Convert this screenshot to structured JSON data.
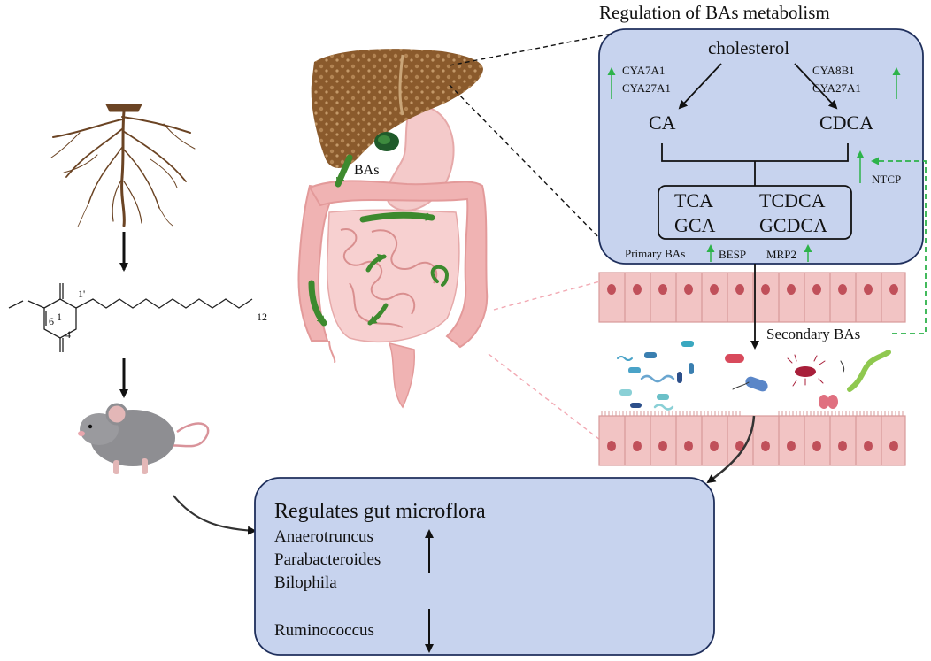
{
  "header": {
    "title": "Regulation of BAs metabolism"
  },
  "pathway": {
    "source": "cholesterol",
    "left_enzymes": [
      "CYA7A1",
      "CYA27A1"
    ],
    "right_enzymes": [
      "CYA8B1",
      "CYA27A1"
    ],
    "products": [
      "CA",
      "CDCA"
    ],
    "conjugates": [
      "TCA",
      "TCDCA",
      "GCA",
      "GCDCA"
    ],
    "primary_label": "Primary BAs",
    "transporters": [
      "BESP",
      "MRP2"
    ],
    "uptake_transporter": "NTCP",
    "secondary_label": "Secondary BAs"
  },
  "anatomy": {
    "bas_label": "BAs"
  },
  "compound": {
    "atom_labels": [
      "1",
      "1'",
      "6",
      "4",
      "12"
    ]
  },
  "result": {
    "title": "Regulates gut microflora",
    "increased": [
      "Anaerotruncus",
      "Parabacteroides",
      "Bilophila"
    ],
    "decreased": [
      "Ruminococcus"
    ]
  },
  "colors": {
    "panel_fill": "#c7d3ee",
    "panel_stroke": "#1f2f5c",
    "up_arrow_green": "#2db34a",
    "tissue_pink": "#f2c4c4",
    "liver_brown": "#8a5a2c",
    "gut_arrow_green": "#3d8a2e"
  },
  "icons": [
    "root-icon",
    "mouse-icon",
    "liver-icon",
    "intestine-icon",
    "bacteria-icon",
    "epithelium-icon"
  ]
}
